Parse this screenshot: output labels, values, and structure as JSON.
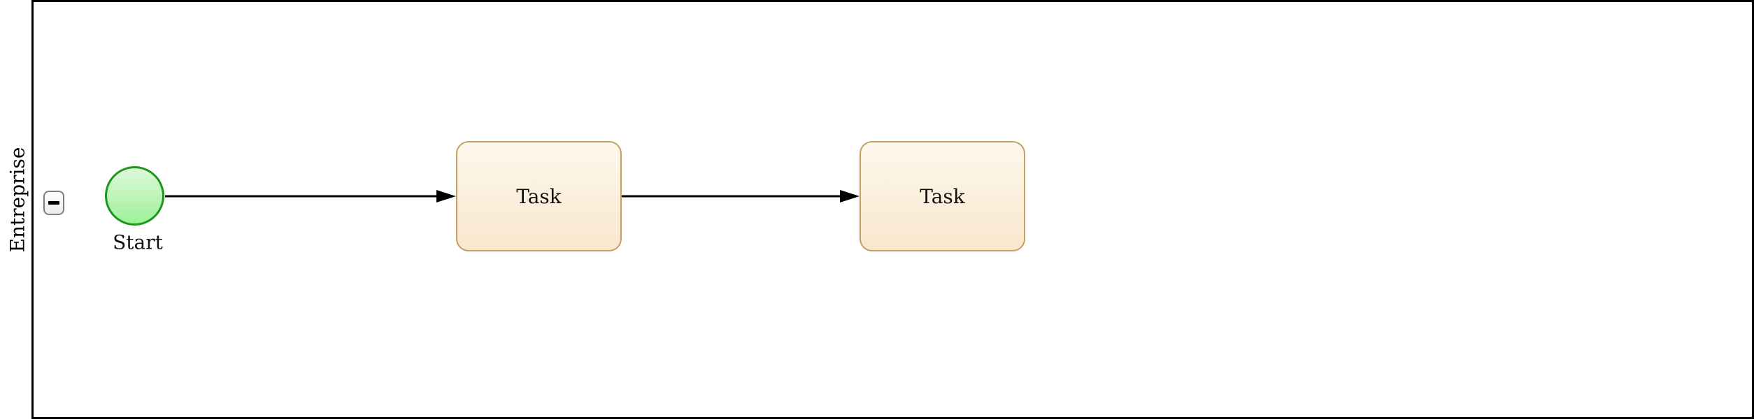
{
  "pool": {
    "lane_label": "Entreprise",
    "collapse_button": {
      "icon": "minus-icon"
    }
  },
  "nodes": {
    "start_event": {
      "type": "start-event",
      "label": "Start"
    },
    "task_1": {
      "type": "task",
      "label": "Task"
    },
    "task_2": {
      "type": "task",
      "label": "Task"
    }
  },
  "edges": [
    {
      "from": "start_event",
      "to": "task_1"
    },
    {
      "from": "task_1",
      "to": "task_2"
    }
  ],
  "colors": {
    "pool_stroke": "#000000",
    "connector": "#000000",
    "start_event_stroke": "#1e961e",
    "start_event_fill_top": "#def8d9",
    "start_event_fill_bottom": "#9df19a",
    "task_stroke": "#c49e62",
    "task_fill_top": "#fdf8ec",
    "task_fill_bottom": "#f9e7cd",
    "collapse_button_stroke": "#7f7f7f"
  }
}
